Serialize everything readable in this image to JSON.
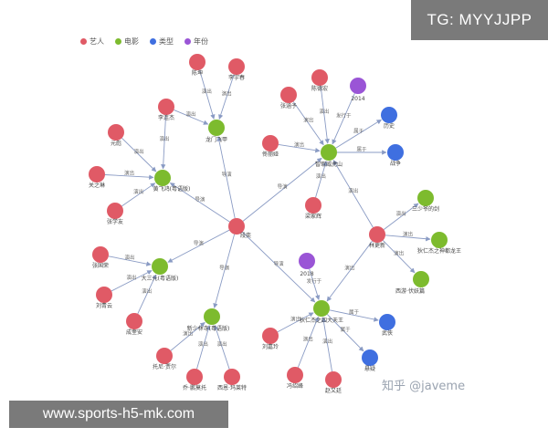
{
  "legend": [
    {
      "label": "艺人",
      "color": "#e05a66"
    },
    {
      "label": "电影",
      "color": "#7dbb2e"
    },
    {
      "label": "类型",
      "color": "#3f6fe0"
    },
    {
      "label": "年份",
      "color": "#9a55d6"
    }
  ],
  "watermarks": {
    "tg": "TG: MYYJJPP",
    "site": "www.sports-h5-mk.com",
    "zhihu": "知乎 @javeme"
  },
  "colors": {
    "artist": "#e05a66",
    "movie": "#7dbb2e",
    "genre": "#3f6fe0",
    "year": "#9a55d6",
    "edge": "#8a9bc4"
  },
  "nodes": [
    {
      "id": "c",
      "label": "段奕",
      "kind": "artist"
    },
    {
      "id": "m1",
      "label": "龙门飞甲",
      "kind": "movie"
    },
    {
      "id": "m2",
      "label": "黄飞鸿(粤语版)",
      "kind": "movie"
    },
    {
      "id": "m3",
      "label": "大三元(粤语版)",
      "kind": "movie"
    },
    {
      "id": "m4",
      "label": "新少林寺(粤语版)",
      "kind": "movie"
    },
    {
      "id": "m5",
      "label": "狄仁杰之四大天王",
      "kind": "movie"
    },
    {
      "id": "m6",
      "label": "智取威虎山",
      "kind": "movie"
    },
    {
      "id": "m7",
      "label": "三少爷的剑",
      "kind": "movie"
    },
    {
      "id": "m8",
      "label": "狄仁杰之神都龙王",
      "kind": "movie"
    },
    {
      "id": "m9",
      "label": "西游·伏妖篇",
      "kind": "movie"
    },
    {
      "id": "a1",
      "label": "陈坤",
      "kind": "artist"
    },
    {
      "id": "a2",
      "label": "李宇春",
      "kind": "artist"
    },
    {
      "id": "a3",
      "label": "李连杰",
      "kind": "artist"
    },
    {
      "id": "a4",
      "label": "元彪",
      "kind": "artist"
    },
    {
      "id": "a5",
      "label": "关之琳",
      "kind": "artist"
    },
    {
      "id": "a6",
      "label": "张学友",
      "kind": "artist"
    },
    {
      "id": "a7",
      "label": "张国荣",
      "kind": "artist"
    },
    {
      "id": "a8",
      "label": "刘青云",
      "kind": "artist"
    },
    {
      "id": "a9",
      "label": "成奎安",
      "kind": "artist"
    },
    {
      "id": "a10",
      "label": "托尼·贾尔",
      "kind": "artist"
    },
    {
      "id": "a11",
      "label": "乔·鹏莫托",
      "kind": "artist"
    },
    {
      "id": "a12",
      "label": "西恩·玛莱特",
      "kind": "artist"
    },
    {
      "id": "a13",
      "label": "刘嘉玲",
      "kind": "artist"
    },
    {
      "id": "a14",
      "label": "冯绍峰",
      "kind": "artist"
    },
    {
      "id": "a15",
      "label": "赵又廷",
      "kind": "artist"
    },
    {
      "id": "a16",
      "label": "张涵予",
      "kind": "artist"
    },
    {
      "id": "a17",
      "label": "陈德宏",
      "kind": "artist"
    },
    {
      "id": "a18",
      "label": "佟丽娅",
      "kind": "artist"
    },
    {
      "id": "a19",
      "label": "梁家辉",
      "kind": "artist"
    },
    {
      "id": "a20",
      "label": "林更新",
      "kind": "artist"
    },
    {
      "id": "y1",
      "label": "2014",
      "kind": "year"
    },
    {
      "id": "y2",
      "label": "2018",
      "kind": "year"
    },
    {
      "id": "g1",
      "label": "历史",
      "kind": "genre"
    },
    {
      "id": "g2",
      "label": "战争",
      "kind": "genre"
    },
    {
      "id": "g3",
      "label": "武侠",
      "kind": "genre"
    },
    {
      "id": "g4",
      "label": "悬疑",
      "kind": "genre"
    }
  ],
  "edges": [
    {
      "from": "c",
      "to": "m1",
      "label": "导演"
    },
    {
      "from": "c",
      "to": "m2",
      "label": "导演"
    },
    {
      "from": "c",
      "to": "m3",
      "label": "导演"
    },
    {
      "from": "c",
      "to": "m4",
      "label": "导演"
    },
    {
      "from": "c",
      "to": "m5",
      "label": "导演"
    },
    {
      "from": "c",
      "to": "m6",
      "label": "导演"
    },
    {
      "from": "a1",
      "to": "m1",
      "label": "演出"
    },
    {
      "from": "a2",
      "to": "m1",
      "label": "演出"
    },
    {
      "from": "a3",
      "to": "m1",
      "label": "演出"
    },
    {
      "from": "a3",
      "to": "m2",
      "label": "演出"
    },
    {
      "from": "a4",
      "to": "m2",
      "label": "演出"
    },
    {
      "from": "a5",
      "to": "m2",
      "label": "演出"
    },
    {
      "from": "a6",
      "to": "m2",
      "label": "演出"
    },
    {
      "from": "a7",
      "to": "m3",
      "label": "演出"
    },
    {
      "from": "a8",
      "to": "m3",
      "label": "演出"
    },
    {
      "from": "a9",
      "to": "m3",
      "label": "演出"
    },
    {
      "from": "a10",
      "to": "m4",
      "label": "演出"
    },
    {
      "from": "a11",
      "to": "m4",
      "label": "演出"
    },
    {
      "from": "a12",
      "to": "m4",
      "label": "演出"
    },
    {
      "from": "a13",
      "to": "m5",
      "label": "演出"
    },
    {
      "from": "a14",
      "to": "m5",
      "label": "演出"
    },
    {
      "from": "a15",
      "to": "m5",
      "label": "演出"
    },
    {
      "from": "y2",
      "to": "m5",
      "label": "发行于"
    },
    {
      "from": "m5",
      "to": "g3",
      "label": "属于"
    },
    {
      "from": "m5",
      "to": "g4",
      "label": "属于"
    },
    {
      "from": "a16",
      "to": "m6",
      "label": "演出"
    },
    {
      "from": "a17",
      "to": "m6",
      "label": "演出"
    },
    {
      "from": "a18",
      "to": "m6",
      "label": "演出"
    },
    {
      "from": "a19",
      "to": "m6",
      "label": "演出"
    },
    {
      "from": "y1",
      "to": "m6",
      "label": "发行于"
    },
    {
      "from": "m6",
      "to": "g1",
      "label": "属于"
    },
    {
      "from": "m6",
      "to": "g2",
      "label": "属于"
    },
    {
      "from": "a20",
      "to": "m6",
      "label": "演出"
    },
    {
      "from": "a20",
      "to": "m5",
      "label": "演出"
    },
    {
      "from": "a20",
      "to": "m7",
      "label": "演出"
    },
    {
      "from": "a20",
      "to": "m8",
      "label": "演出"
    },
    {
      "from": "a20",
      "to": "m9",
      "label": "演出"
    }
  ]
}
